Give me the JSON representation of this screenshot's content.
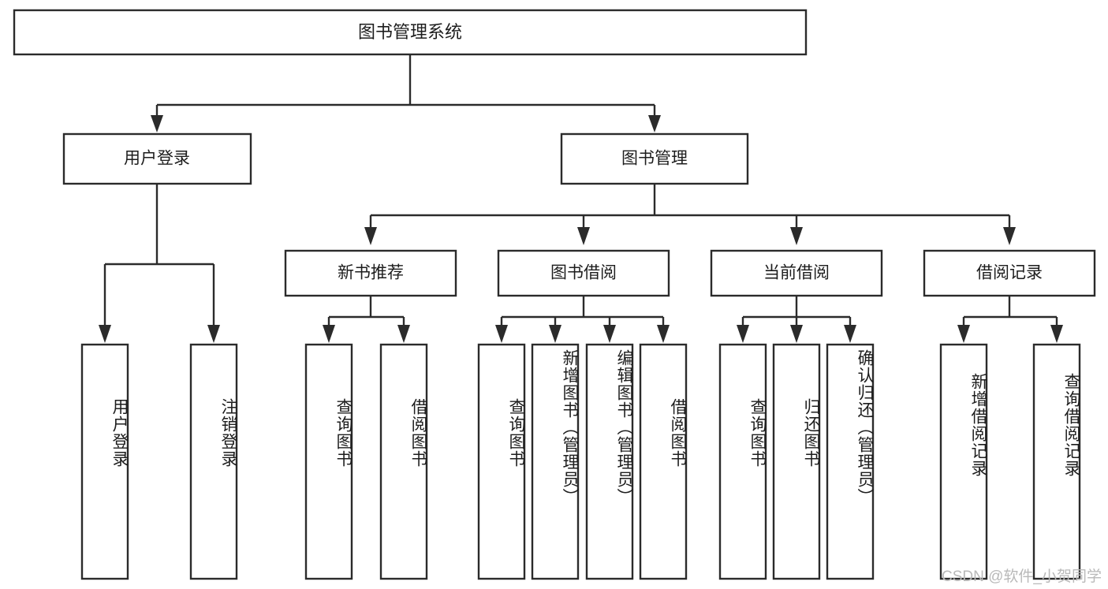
{
  "diagram": {
    "title": "图书管理系统",
    "type": "tree-hierarchy-diagram",
    "colors": {
      "stroke": "#2b2b2b",
      "fill": "#ffffff",
      "text": "#1d1d1d",
      "watermark": "#b9b9b9",
      "background": "#ffffff"
    },
    "root": {
      "label": "图书管理系统"
    },
    "level1": [
      {
        "label": "用户登录"
      },
      {
        "label": "图书管理"
      }
    ],
    "level2": [
      {
        "label": "新书推荐"
      },
      {
        "label": "图书借阅"
      },
      {
        "label": "当前借阅"
      },
      {
        "label": "借阅记录"
      }
    ],
    "leaves": {
      "user_login": [
        {
          "label": "用户登录"
        },
        {
          "label": "注销登录"
        }
      ],
      "new_book_recommend": [
        {
          "label": "查询图书"
        },
        {
          "label": "借阅图书"
        }
      ],
      "book_borrow": [
        {
          "label": "查询图书"
        },
        {
          "label": "新增图书（管理员）"
        },
        {
          "label": "编辑图书（管理员）"
        },
        {
          "label": "借阅图书"
        }
      ],
      "current_borrow": [
        {
          "label": "查询图书"
        },
        {
          "label": "归还图书"
        },
        {
          "label": "确认归还（管理员）"
        }
      ],
      "borrow_record": [
        {
          "label": "新增借阅记录"
        },
        {
          "label": "查询借阅记录"
        }
      ]
    }
  },
  "watermark": {
    "text": "CSDN @软件_小贺同学"
  }
}
